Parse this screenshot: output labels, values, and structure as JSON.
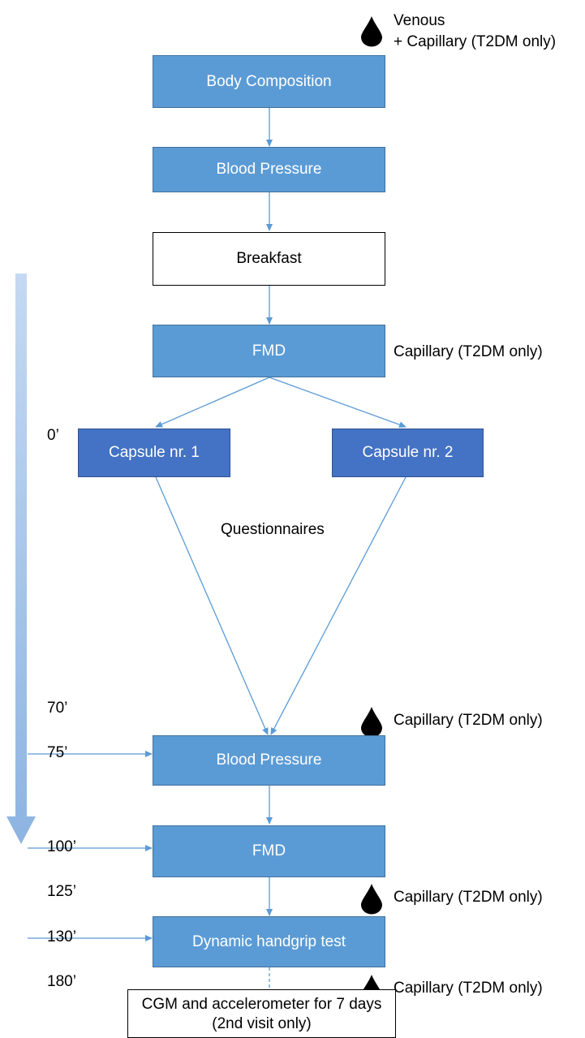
{
  "blood_samples": {
    "top_line1": "Venous",
    "top_line2": "+ Capillary (T2DM only)",
    "capillary": "Capillary (T2DM only)"
  },
  "steps": {
    "body_composition": "Body Composition",
    "blood_pressure_1": "Blood Pressure",
    "breakfast": "Breakfast",
    "fmd_1": "FMD",
    "capsule_1": "Capsule nr. 1",
    "capsule_2": "Capsule nr. 2",
    "questionnaires": "Questionnaires",
    "blood_pressure_2": "Blood Pressure",
    "fmd_2": "FMD",
    "handgrip": "Dynamic handgrip test",
    "cgm": "CGM and accelerometer for 7 days (2nd visit only)"
  },
  "timeline": [
    "0’",
    "70’",
    "75’",
    "100’",
    "125’",
    "130’",
    "180’"
  ],
  "colors": {
    "box_fill": "#5b9bd5",
    "capsule_fill": "#4472c4",
    "timeline_arrow": "#a9c6e8",
    "drop": "#000000"
  }
}
